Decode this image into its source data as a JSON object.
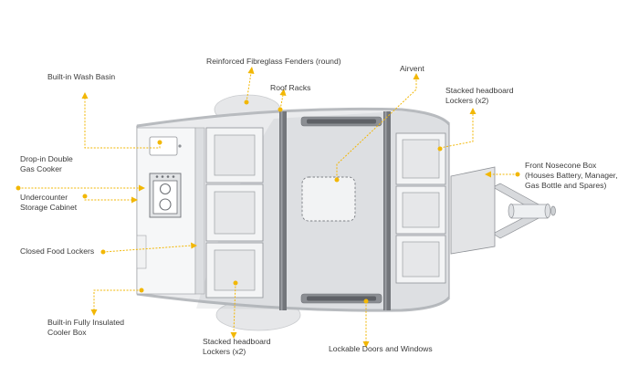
{
  "theme": {
    "accent": "#f2b705",
    "text": "#3b3b3b",
    "body": "#e9eaec",
    "outline": "#8e9196",
    "frame": "#707378"
  },
  "callouts": {
    "built_in_wash_basin": [
      "Built-in Wash Basin"
    ],
    "reinforced_fenders": [
      "Reinforced Fibreglass Fenders (round)"
    ],
    "roof_racks": [
      "Roof Racks"
    ],
    "airvent": [
      "Airvent"
    ],
    "stacked_lockers_top": [
      "Stacked headboard",
      "Lockers (x2)"
    ],
    "front_nosecone_box": [
      "Front Nosecone Box",
      "(Houses Battery, Manager,",
      "Gas Bottle and Spares)"
    ],
    "drop_in_gas_cooker": [
      "Drop-in Double",
      "Gas Cooker"
    ],
    "undercounter_cabinet": [
      "Undercounter",
      "Storage Cabinet"
    ],
    "closed_food_lockers": [
      "Closed Food Lockers"
    ],
    "cooler_box": [
      "Built-in Fully Insulated",
      "Cooler Box"
    ],
    "stacked_lockers_bottom": [
      "Stacked headboard",
      "Lockers (x2)"
    ],
    "lockable_doors": [
      "Lockable Doors and Windows"
    ]
  }
}
